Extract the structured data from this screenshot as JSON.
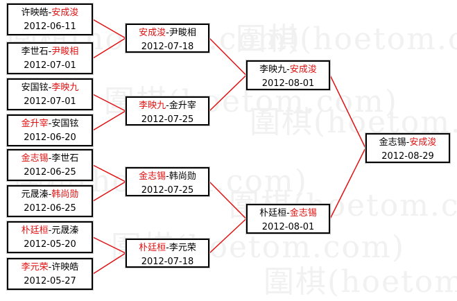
{
  "watermark": "圍棋(hoetom.com)",
  "colors": {
    "winner": "#e01010",
    "line": "#e01010",
    "text": "#000000",
    "watermark": "#f1f1f1"
  },
  "bracket": {
    "round1": [
      {
        "p1": "许映皓",
        "sep": "-",
        "p2": "安成浚",
        "winner": 2,
        "date": "2012-06-11"
      },
      {
        "p1": "李世石",
        "sep": "-",
        "p2": "尹畯相",
        "winner": 2,
        "date": "2012-07-01"
      },
      {
        "p1": "安国铉",
        "sep": "-",
        "p2": "李映九",
        "winner": 2,
        "date": "2012-07-01"
      },
      {
        "p1": "金升宰",
        "sep": "-",
        "p2": "安国铉",
        "winner": 1,
        "date": "2012-06-20"
      },
      {
        "p1": "金志锡",
        "sep": "-",
        "p2": "李世石",
        "winner": 1,
        "date": "2012-06-25"
      },
      {
        "p1": "元晟溱",
        "sep": "-",
        "p2": "韩尚勋",
        "winner": 2,
        "date": "2012-06-25"
      },
      {
        "p1": "朴廷桓",
        "sep": "-",
        "p2": "元晟溱",
        "winner": 1,
        "date": "2012-05-20"
      },
      {
        "p1": "李元荣",
        "sep": "-",
        "p2": "许映皓",
        "winner": 1,
        "date": "2012-05-27"
      }
    ],
    "round2": [
      {
        "p1": "安成浚",
        "sep": "-",
        "p2": "尹畯相",
        "winner": 1,
        "date": "2012-07-18"
      },
      {
        "p1": "李映九",
        "sep": "-",
        "p2": "金升宰",
        "winner": 1,
        "date": "2012-07-25"
      },
      {
        "p1": "金志锡",
        "sep": "-",
        "p2": "韩尚勋",
        "winner": 1,
        "date": "2012-07-25"
      },
      {
        "p1": "朴廷桓",
        "sep": "-",
        "p2": "李元荣",
        "winner": 1,
        "date": "2012-07-18"
      }
    ],
    "round3": [
      {
        "p1": "李映九",
        "sep": "-",
        "p2": "安成浚",
        "winner": 2,
        "date": "2012-08-01"
      },
      {
        "p1": "朴廷桓",
        "sep": "-",
        "p2": "金志锡",
        "winner": 2,
        "date": "2012-08-01"
      }
    ],
    "final": [
      {
        "p1": "金志锡",
        "sep": "-",
        "p2": "安成浚",
        "winner": 2,
        "date": "2012-08-29"
      }
    ]
  }
}
